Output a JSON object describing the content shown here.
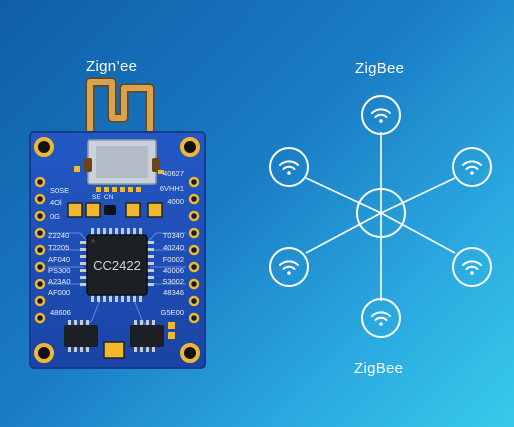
{
  "board": {
    "title": "Zign’ee",
    "chip_label": "CC2422",
    "left_pins": [
      "S0SE",
      "4Ol",
      "0G",
      "Z2240",
      "T2205",
      "AF040",
      "PS300",
      "A23A0",
      "AF000",
      "48606"
    ],
    "right_pins": [
      "40627",
      "6VHH1",
      "4000",
      "T0340",
      "40240",
      "F0002",
      "40006",
      "S3002",
      "48346",
      "G5E00"
    ],
    "top_marks": [
      "SE",
      "CN"
    ]
  },
  "network": {
    "top_label": "ZigBee",
    "bottom_label": "ZigBee",
    "node_icon": "wifi-icon",
    "node_count": 6
  },
  "colors": {
    "background_start": "#0f5ea8",
    "background_end": "#38cbe9",
    "pcb": "#1d4fb8",
    "antenna": "#c98a3a"
  }
}
